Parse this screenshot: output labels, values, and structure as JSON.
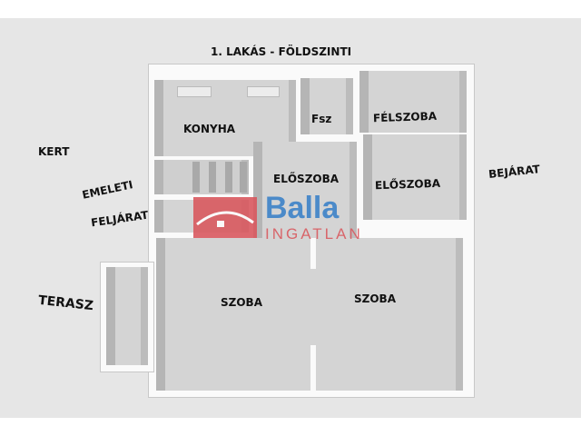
{
  "title": "1. LAKÁS - FÖLDSZINTI",
  "rooms": {
    "konyha": "KONYHA",
    "fsz": "Fsz",
    "felszoba": "FÉLSZOBA",
    "eloszoba_left": "ELŐSZOBA",
    "eloszoba_right": "ELŐSZOBA",
    "szoba_left": "SZOBA",
    "szoba_right": "SZOBA"
  },
  "outside": {
    "kert": "KERT",
    "emeleti": "EMELETI",
    "feljarat": "FELJÁRAT",
    "bejarat": "BEJÁRAT",
    "terasz": "TERASZ"
  },
  "watermark": {
    "brand": "Balla",
    "sub": "INGATLAN"
  }
}
